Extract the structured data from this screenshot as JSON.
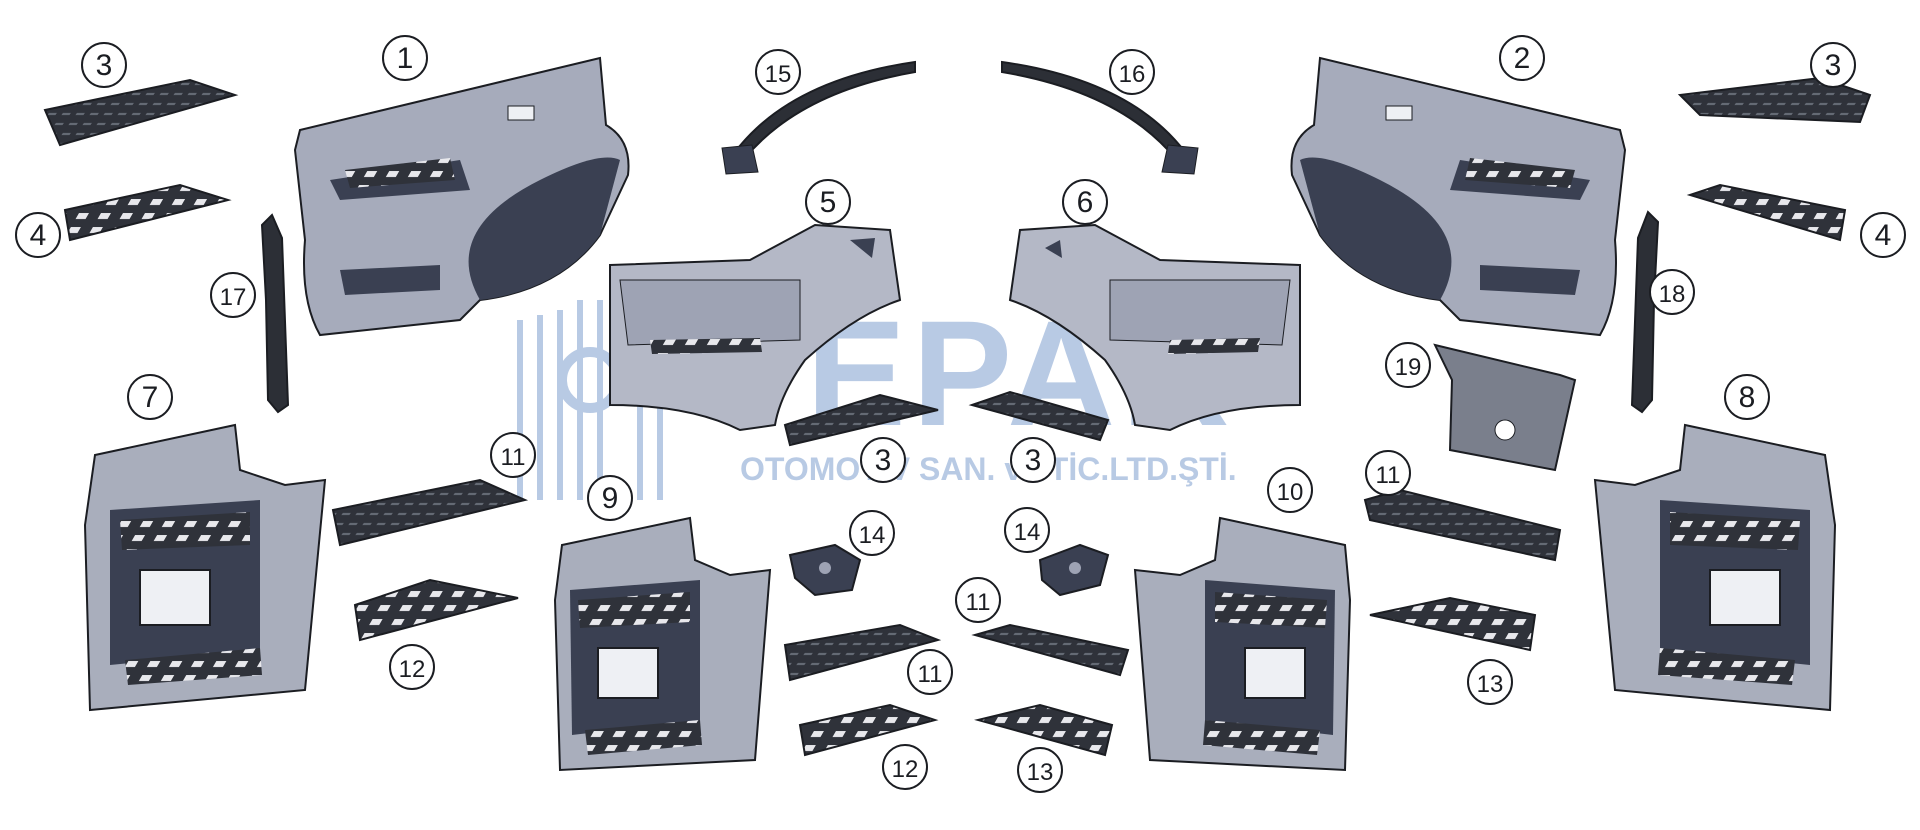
{
  "watermark": {
    "logo_text": "YEPAR",
    "subtitle": "OTOMOTİV SAN. ve TİC.LTD.ŞTİ.",
    "color": "#7f9fcf"
  },
  "colors": {
    "panel_light": "#a3a8b8",
    "panel_dark": "#3a4052",
    "step_dark": "#2c2f36",
    "outline": "#1b1d22"
  },
  "parts": [
    {
      "id": "part-1",
      "label": "1",
      "kind": "upper-panel-left"
    },
    {
      "id": "part-2",
      "label": "2",
      "kind": "upper-panel-right"
    },
    {
      "id": "part-3a",
      "label": "3",
      "kind": "step"
    },
    {
      "id": "part-3b",
      "label": "3",
      "kind": "step"
    },
    {
      "id": "part-3c",
      "label": "3",
      "kind": "step"
    },
    {
      "id": "part-3d",
      "label": "3",
      "kind": "step"
    },
    {
      "id": "part-4a",
      "label": "4",
      "kind": "step-grille"
    },
    {
      "id": "part-4b",
      "label": "4",
      "kind": "step-grille"
    },
    {
      "id": "part-5",
      "label": "5",
      "kind": "fender-left"
    },
    {
      "id": "part-6",
      "label": "6",
      "kind": "fender-right"
    },
    {
      "id": "part-7",
      "label": "7",
      "kind": "step-housing"
    },
    {
      "id": "part-8",
      "label": "8",
      "kind": "step-housing"
    },
    {
      "id": "part-9",
      "label": "9",
      "kind": "step-housing"
    },
    {
      "id": "part-10",
      "label": "10",
      "kind": "step-housing"
    },
    {
      "id": "part-11a",
      "label": "11",
      "kind": "step"
    },
    {
      "id": "part-11b",
      "label": "11",
      "kind": "step"
    },
    {
      "id": "part-11c",
      "label": "11",
      "kind": "step"
    },
    {
      "id": "part-11d",
      "label": "11",
      "kind": "step"
    },
    {
      "id": "part-12a",
      "label": "12",
      "kind": "step-grille"
    },
    {
      "id": "part-12b",
      "label": "12",
      "kind": "step-grille"
    },
    {
      "id": "part-13a",
      "label": "13",
      "kind": "step-grille"
    },
    {
      "id": "part-13b",
      "label": "13",
      "kind": "step-grille"
    },
    {
      "id": "part-14a",
      "label": "14",
      "kind": "bracket"
    },
    {
      "id": "part-14b",
      "label": "14",
      "kind": "bracket"
    },
    {
      "id": "part-15",
      "label": "15",
      "kind": "arch-strip"
    },
    {
      "id": "part-16",
      "label": "16",
      "kind": "arch-strip"
    },
    {
      "id": "part-17",
      "label": "17",
      "kind": "vertical-bracket"
    },
    {
      "id": "part-18",
      "label": "18",
      "kind": "vertical-bracket"
    },
    {
      "id": "part-19",
      "label": "19",
      "kind": "mud-flap-plate"
    }
  ]
}
